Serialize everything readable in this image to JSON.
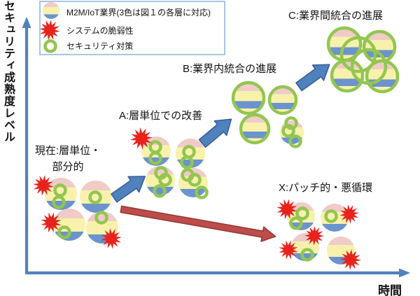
{
  "colors": {
    "stripePink": "#F0CBC7",
    "stripeYellow": "#F8F1AC",
    "stripeBlue": "#6B93CC",
    "green": "#92C650",
    "red": "#E8231C",
    "axisBlue": "#4F81BD",
    "arrowBlue": "#4F81BD",
    "arrowBlueDark": "#38609A",
    "arrowRed": "#BE4C4B",
    "arrowRedDark": "#953A38",
    "legendBorder": "#A7C5E4",
    "text": "#121212"
  },
  "axes": {
    "y_label": "セキュリティ成熟度レベル",
    "x_label": "時間"
  },
  "legend": {
    "items": [
      {
        "icon": "industry-circle-icon",
        "label": "M2M/IoT業界(3色は図１の各層に対応)"
      },
      {
        "icon": "vulnerability-star-icon",
        "label": "システムの脆弱性"
      },
      {
        "icon": "security-ring-icon",
        "label": "セキュリティ対策"
      }
    ]
  },
  "stages": {
    "current": {
      "label": "現在:層単位・\n部分的"
    },
    "a": {
      "label": "A:層単位での改善"
    },
    "b": {
      "label": "B:業界内統合の進展"
    },
    "c": {
      "label": "C:業界間統合の進展"
    },
    "x": {
      "label": "X:パッチ的・悪循環"
    }
  }
}
